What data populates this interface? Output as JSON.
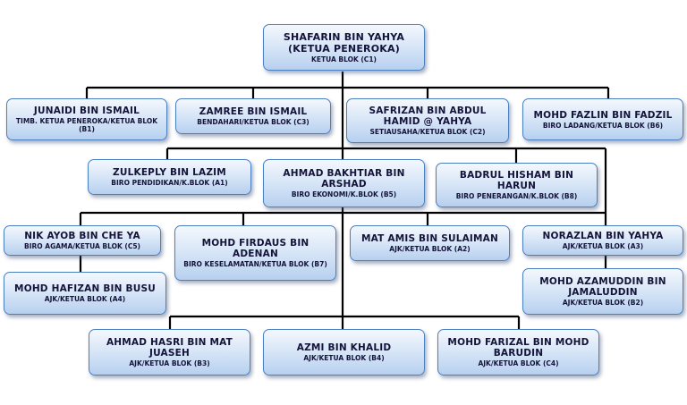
{
  "chart": {
    "nodes": [
      {
        "id": "c1",
        "name": "SHAFARIN BIN YAHYA",
        "subtitle": "(KETUA PENEROKA)",
        "role": "KETUA BLOK (C1)"
      },
      {
        "id": "b1",
        "name": "JUNAIDI BIN ISMAIL",
        "role": "TIMB. KETUA PENEROKA/KETUA BLOK (B1)"
      },
      {
        "id": "c3",
        "name": "ZAMREE BIN ISMAIL",
        "role": "BENDAHARI/KETUA BLOK (C3)"
      },
      {
        "id": "c2",
        "name": "SAFRIZAN BIN ABDUL HAMID @ YAHYA",
        "role": "SETIAUSAHA/KETUA BLOK (C2)"
      },
      {
        "id": "b6",
        "name": "MOHD FAZLIN BIN FADZIL",
        "role": "BIRO LADANG/KETUA BLOK (B6)"
      },
      {
        "id": "a1",
        "name": "ZULKEPLY BIN LAZIM",
        "role": "BIRO PENDIDIKAN/K.BLOK (A1)"
      },
      {
        "id": "b5",
        "name": "AHMAD BAKHTIAR BIN ARSHAD",
        "role": "BIRO EKONOMI/K.BLOK (B5)"
      },
      {
        "id": "b8",
        "name": "BADRUL HISHAM BIN HARUN",
        "role": "BIRO PENERANGAN/K.BLOK (B8)"
      },
      {
        "id": "c5",
        "name": "NIK AYOB BIN CHE YA",
        "role": "BIRO AGAMA/KETUA BLOK (C5)"
      },
      {
        "id": "b7",
        "name": "MOHD FIRDAUS BIN ADENAN",
        "role": "BIRO KESELAMATAN/KETUA BLOK (B7)"
      },
      {
        "id": "a2",
        "name": "MAT AMIS BIN SULAIMAN",
        "role": "AJK/KETUA BLOK (A2)"
      },
      {
        "id": "a3",
        "name": "NORAZLAN BIN YAHYA",
        "role": "AJK/KETUA BLOK (A3)"
      },
      {
        "id": "a4",
        "name": "MOHD HAFIZAN BIN BUSU",
        "role": "AJK/KETUA BLOK (A4)"
      },
      {
        "id": "b2",
        "name": "MOHD AZAMUDDIN BIN JAMALUDDIN",
        "role": "AJK/KETUA BLOK (B2)"
      },
      {
        "id": "b3",
        "name": "AHMAD HASRI BIN MAT JUASEH",
        "role": "AJK/KETUA BLOK (B3)"
      },
      {
        "id": "b4",
        "name": "AZMI BIN KHALID",
        "role": "AJK/KETUA BLOK (B4)"
      },
      {
        "id": "c4",
        "name": "MOHD FARIZAL BIN MOHD BARUDIN",
        "role": "AJK/KETUA BLOK (C4)"
      }
    ]
  }
}
